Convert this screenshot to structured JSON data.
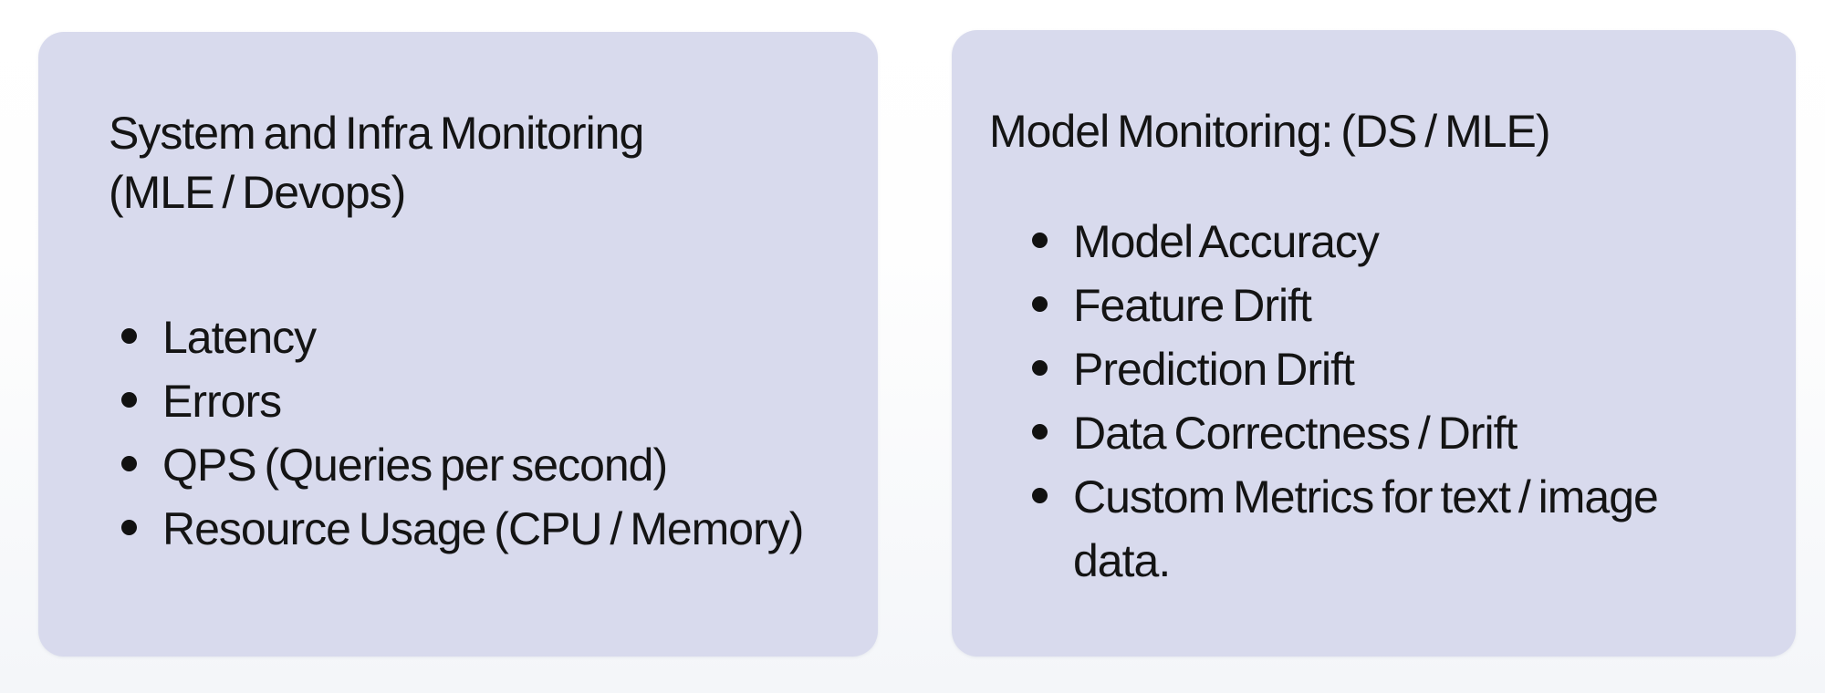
{
  "colors": {
    "card_background": "#d8daed",
    "page_background_top": "#ffffff",
    "page_background_bottom": "#f4f6f9",
    "text": "#141414",
    "bullet": "#111111"
  },
  "cards": [
    {
      "id": "system-infra-monitoring",
      "title_lines": [
        "System and Infra Monitoring",
        "(MLE / Devops)"
      ],
      "items": [
        "Latency",
        "Errors",
        "QPS (Queries per second)",
        "Resource Usage (CPU / Memory)"
      ]
    },
    {
      "id": "model-monitoring",
      "title_lines": [
        "Model Monitoring: (DS / MLE)"
      ],
      "items": [
        "Model Accuracy",
        "Feature Drift",
        "Prediction Drift",
        "Data Correctness / Drift",
        "Custom Metrics for text / image data."
      ]
    }
  ]
}
